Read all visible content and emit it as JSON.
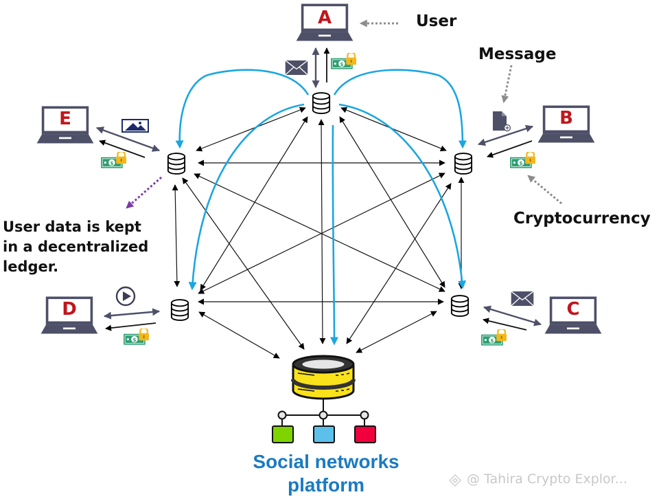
{
  "labels": {
    "user": "User",
    "message": "Message",
    "cryptocurrency": "Cryptocurrency",
    "ledger_note": [
      "User data is kept",
      "in a decentralized",
      "ledger."
    ],
    "platform": [
      "Social networks",
      "platform"
    ],
    "watermark": "@ Tahira Crypto Explor..."
  },
  "users": [
    {
      "id": "A",
      "letter": "A",
      "payload_icon": "envelope-icon"
    },
    {
      "id": "B",
      "letter": "B",
      "payload_icon": "document-icon"
    },
    {
      "id": "C",
      "letter": "C",
      "payload_icon": "envelope-icon"
    },
    {
      "id": "D",
      "letter": "D",
      "payload_icon": "play-icon"
    },
    {
      "id": "E",
      "letter": "E",
      "payload_icon": "image-icon"
    }
  ],
  "colors": {
    "laptop": "#4e5068",
    "letter": "#c0161c",
    "blue_arrow": "#1aa6e0",
    "platform_text": "#1a7ac2",
    "db_yellow": "#f9e11b",
    "node_green": "#7fd400",
    "node_blue": "#5bc0ea",
    "node_red": "#f0003c",
    "money_green": "#2e9e72",
    "lock_gold": "#f2b81c",
    "ledger_arrow": "#7a3aa8",
    "callout_arrow": "#8c8c8c"
  }
}
